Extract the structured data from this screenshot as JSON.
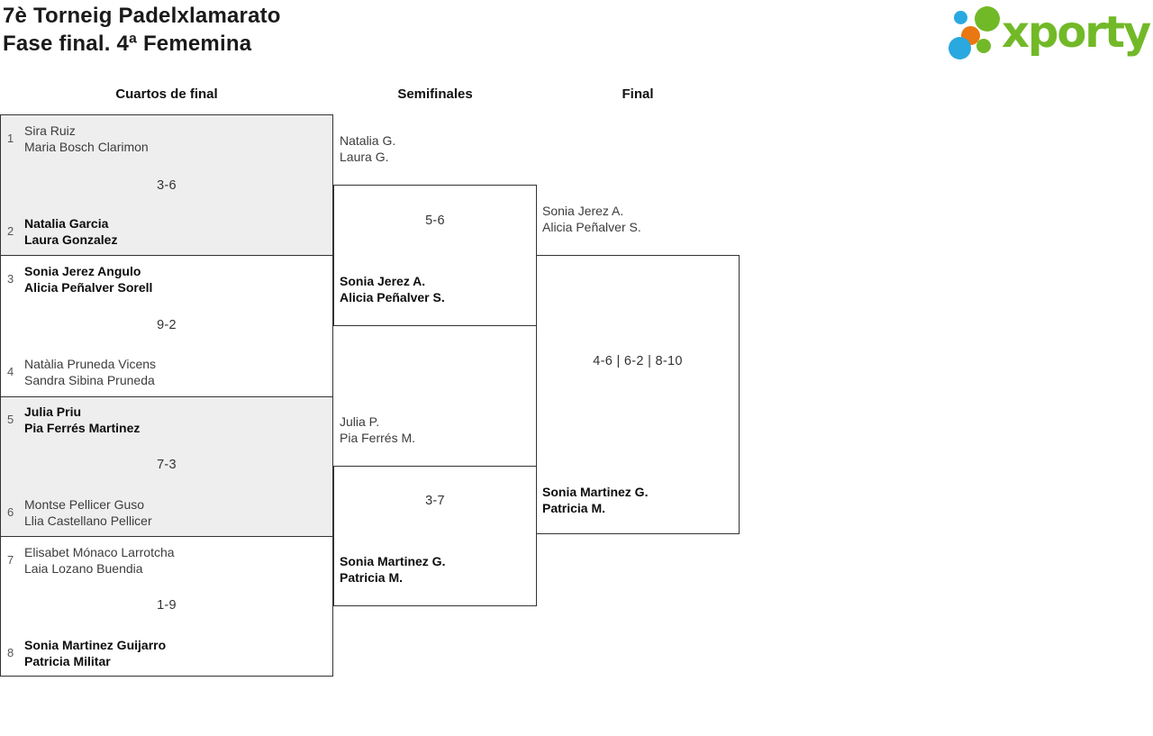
{
  "header": {
    "title_line1": "7è Torneig Padelxlamarato",
    "title_line2": "Fase final. 4ª Fememina",
    "logo": {
      "wordmark": "xporty",
      "brand_green": "#72b928",
      "brand_blue": "#29a9e0",
      "brand_orange": "#e97812"
    }
  },
  "round_headers": {
    "quarterfinals": "Cuartos de final",
    "semifinals": "Semifinales",
    "final": "Final"
  },
  "bracket": {
    "quarterfinals": [
      {
        "seed1": "1",
        "team1": [
          "Sira Ruiz",
          "Maria Bosch Clarimon"
        ],
        "score": "3-6",
        "seed2": "2",
        "team2": [
          "Natalia Garcia",
          "Laura Gonzalez"
        ],
        "winner": "team2"
      },
      {
        "seed1": "3",
        "team1": [
          "Sonia Jerez Angulo",
          "Alicia Peñalver Sorell"
        ],
        "score": "9-2",
        "seed2": "4",
        "team2": [
          "Natàlia Pruneda Vicens",
          "Sandra Sibina Pruneda"
        ],
        "winner": "team1"
      },
      {
        "seed1": "5",
        "team1": [
          "Julia Priu",
          "Pia Ferrés Martinez"
        ],
        "score": "7-3",
        "seed2": "6",
        "team2": [
          "Montse Pellicer Guso",
          "Llia Castellano Pellicer"
        ],
        "winner": "team1"
      },
      {
        "seed1": "7",
        "team1": [
          "Elisabet Mónaco Larrotcha",
          "Laia Lozano Buendia"
        ],
        "score": "1-9",
        "seed2": "8",
        "team2": [
          "Sonia Martinez Guijarro",
          "Patricia Militar"
        ],
        "winner": "team2"
      }
    ],
    "semifinals": [
      {
        "team1": [
          "Natalia G.",
          "Laura G."
        ],
        "score": "5-6",
        "team2": [
          "Sonia Jerez A.",
          "Alicia Peñalver S."
        ],
        "winner": "team2"
      },
      {
        "team1": [
          "Julia P.",
          "Pia Ferrés M."
        ],
        "score": "3-7",
        "team2": [
          "Sonia Martinez G.",
          "Patricia M."
        ],
        "winner": "team2"
      }
    ],
    "final": {
      "team1": [
        "Sonia Jerez A.",
        "Alicia Peñalver S."
      ],
      "score": "4-6 | 6-2 | 8-10",
      "team2": [
        "Sonia Martinez G.",
        "Patricia M."
      ],
      "winner": "team2"
    }
  }
}
